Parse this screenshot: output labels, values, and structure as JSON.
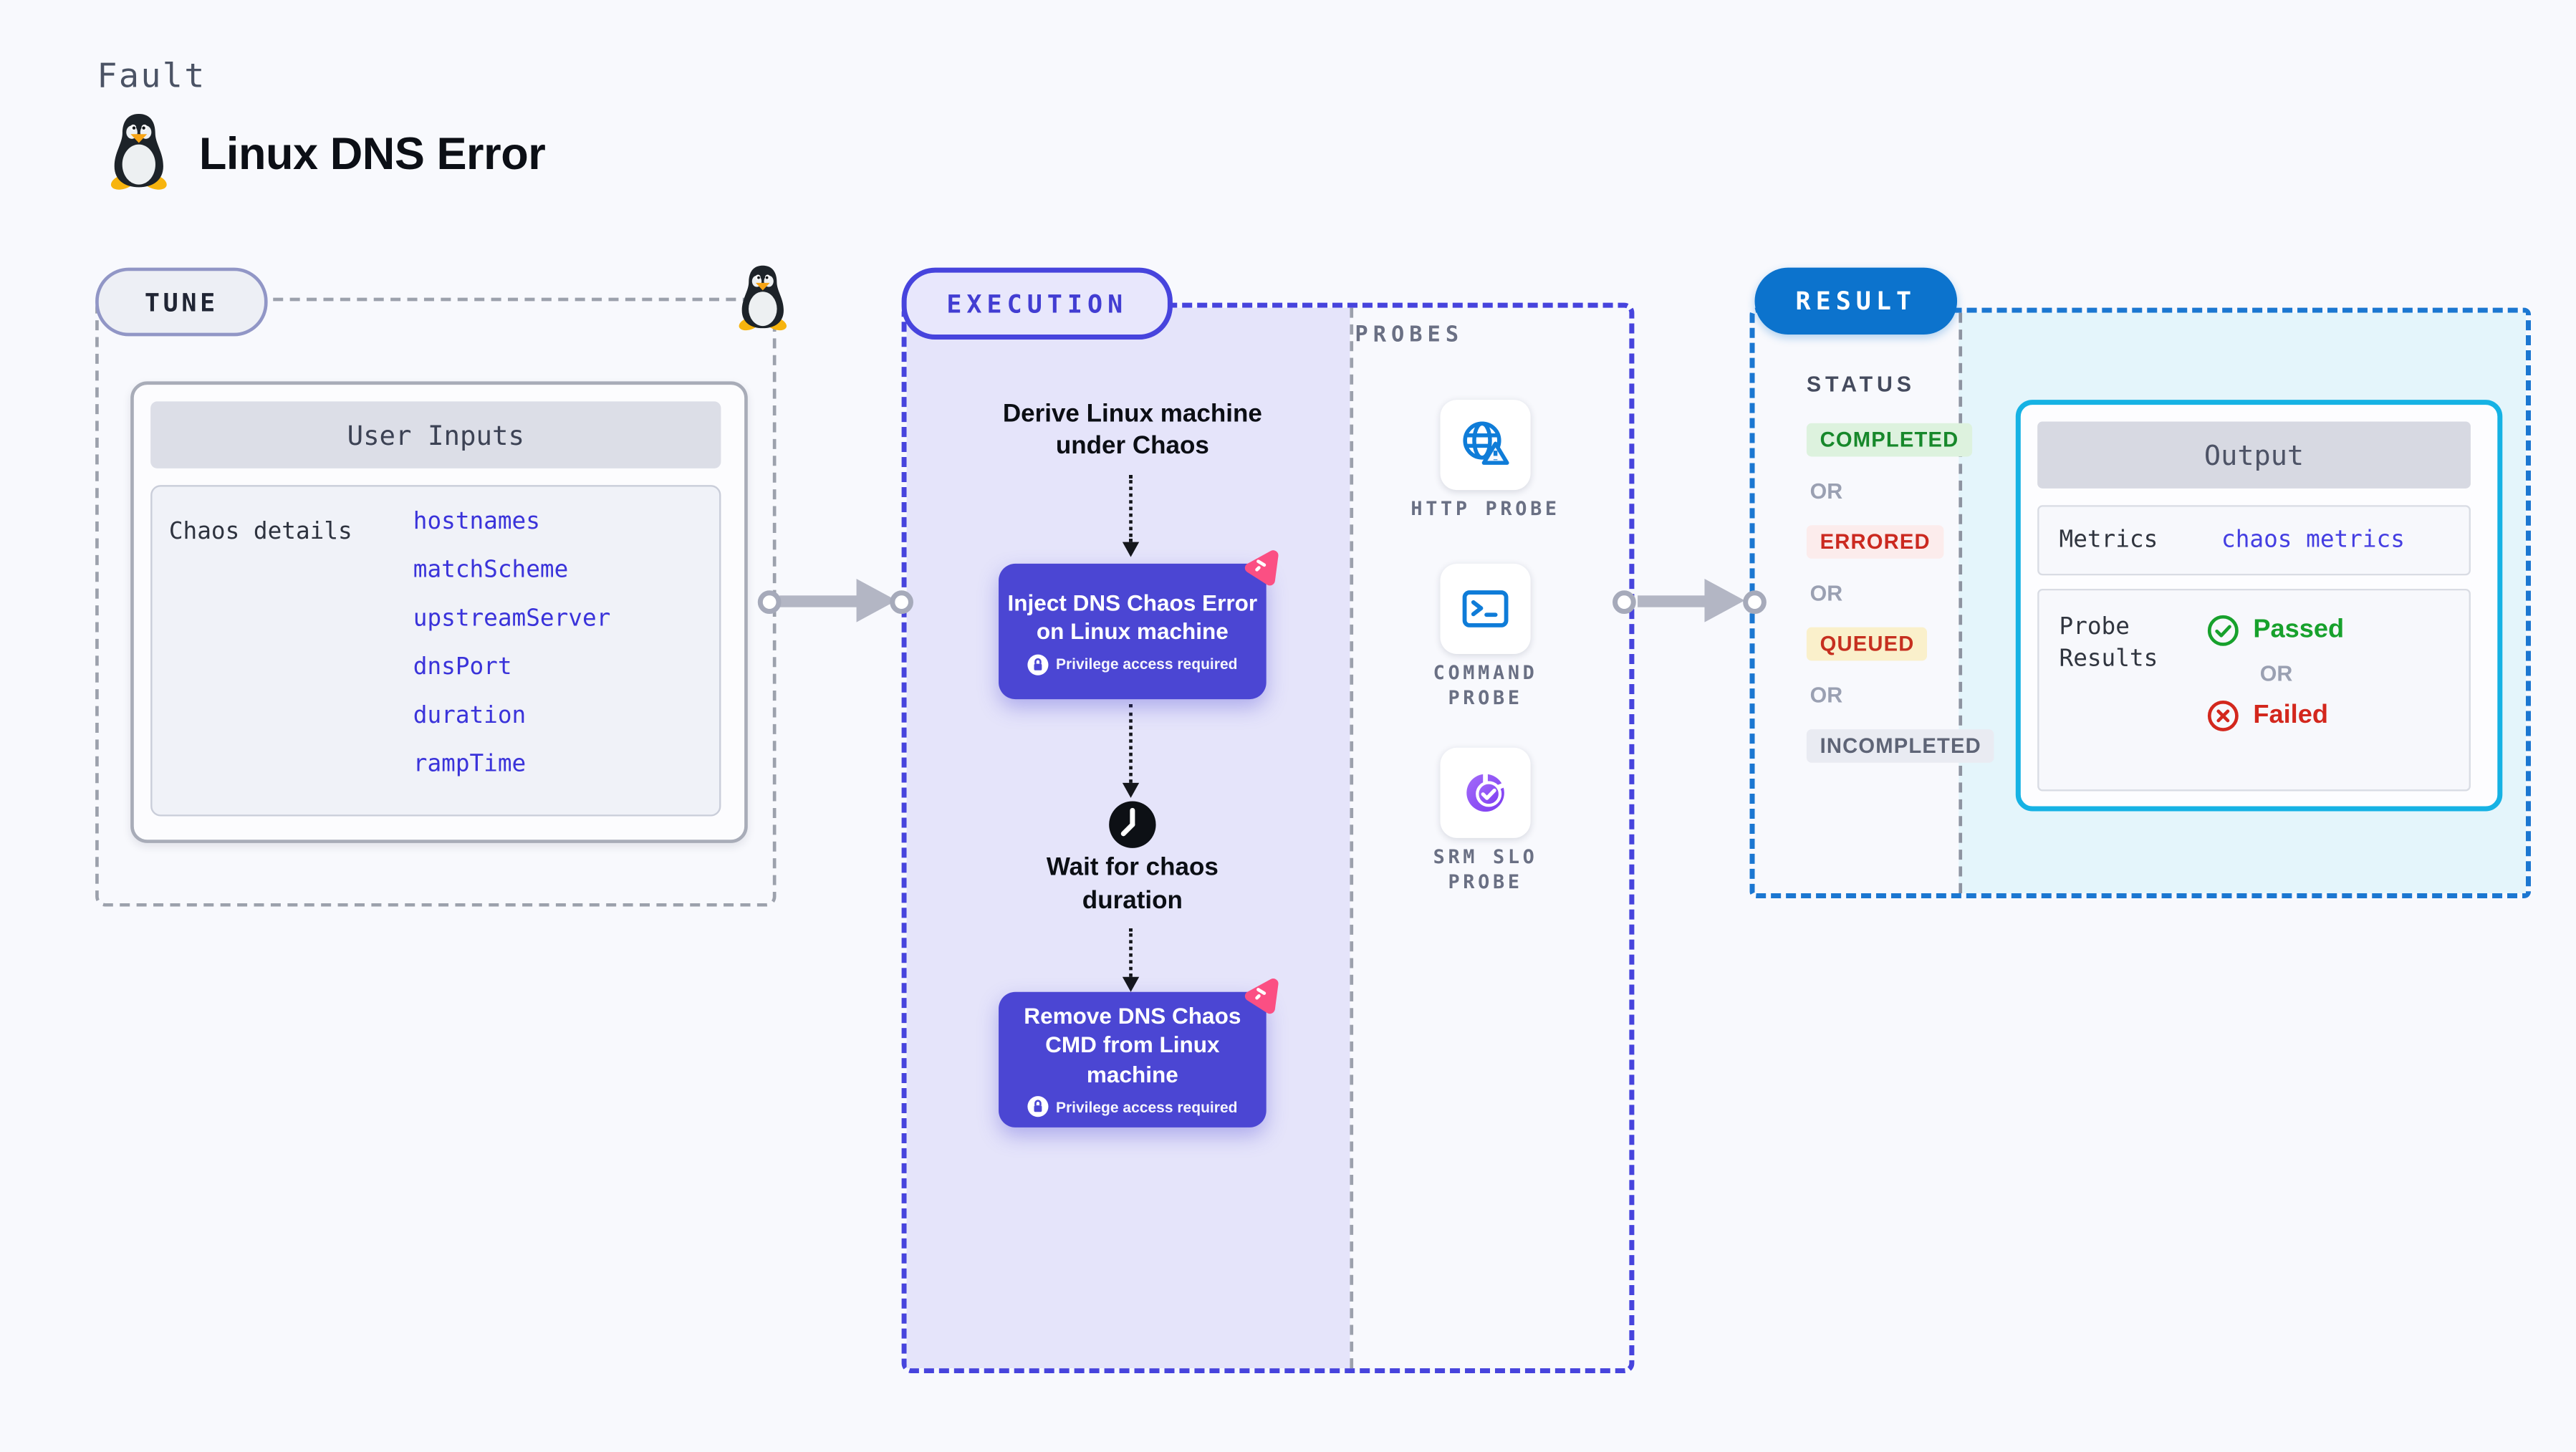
{
  "header": {
    "kicker": "Fault",
    "title": "Linux DNS Error"
  },
  "tune": {
    "label": "TUNE",
    "card_title": "User Inputs",
    "row_label": "Chaos details",
    "inputs": [
      "hostnames",
      "matchScheme",
      "upstreamServer",
      "dnsPort",
      "duration",
      "rampTime"
    ]
  },
  "execution": {
    "label": "EXECUTION",
    "derive_text": "Derive Linux machine under Chaos",
    "wait_text": "Wait for chaos duration",
    "nodes": [
      {
        "title": "Inject DNS Chaos Error on Linux machine",
        "badge": "Privilege access required"
      },
      {
        "title": "Remove DNS Chaos CMD from Linux machine",
        "badge": "Privilege access required"
      }
    ],
    "probes": {
      "label": "PROBES",
      "items": [
        {
          "name": "HTTP PROBE",
          "icon": "http-probe-icon"
        },
        {
          "name": "COMMAND PROBE",
          "icon": "command-probe-icon"
        },
        {
          "name": "SRM SLO PROBE",
          "icon": "srm-slo-probe-icon"
        }
      ]
    }
  },
  "result": {
    "label": "RESULT",
    "status": {
      "heading": "STATUS",
      "separator": "OR",
      "items": [
        {
          "label": "COMPLETED",
          "fg": "#17882B",
          "bg": "#DDF2DE"
        },
        {
          "label": "ERRORED",
          "fg": "#CB2920",
          "bg": "#FCECEC"
        },
        {
          "label": "QUEUED",
          "fg": "#C62F1F",
          "bg": "#FAF0CB"
        },
        {
          "label": "INCOMPLETED",
          "fg": "#5E6476",
          "bg": "#E9EBF2"
        }
      ]
    },
    "output": {
      "title": "Output",
      "metrics_label": "Metrics",
      "metrics_value": "chaos metrics",
      "probe_results_label": "Probe Results",
      "passed_label": "Passed",
      "or_label": "OR",
      "failed_label": "Failed",
      "passed_color": "#17A12C",
      "failed_color": "#D3271D"
    }
  },
  "colors": {
    "page_bg": "#F8F9FD",
    "accent_indigo": "#4744DD",
    "node_bg": "#4B46D3",
    "accent_blue": "#0C73CD",
    "accent_cyan": "#16B2E4",
    "link_blue": "#3A33DA",
    "pink": "#FB4F83",
    "arrow_gray": "#B3B6C4"
  }
}
